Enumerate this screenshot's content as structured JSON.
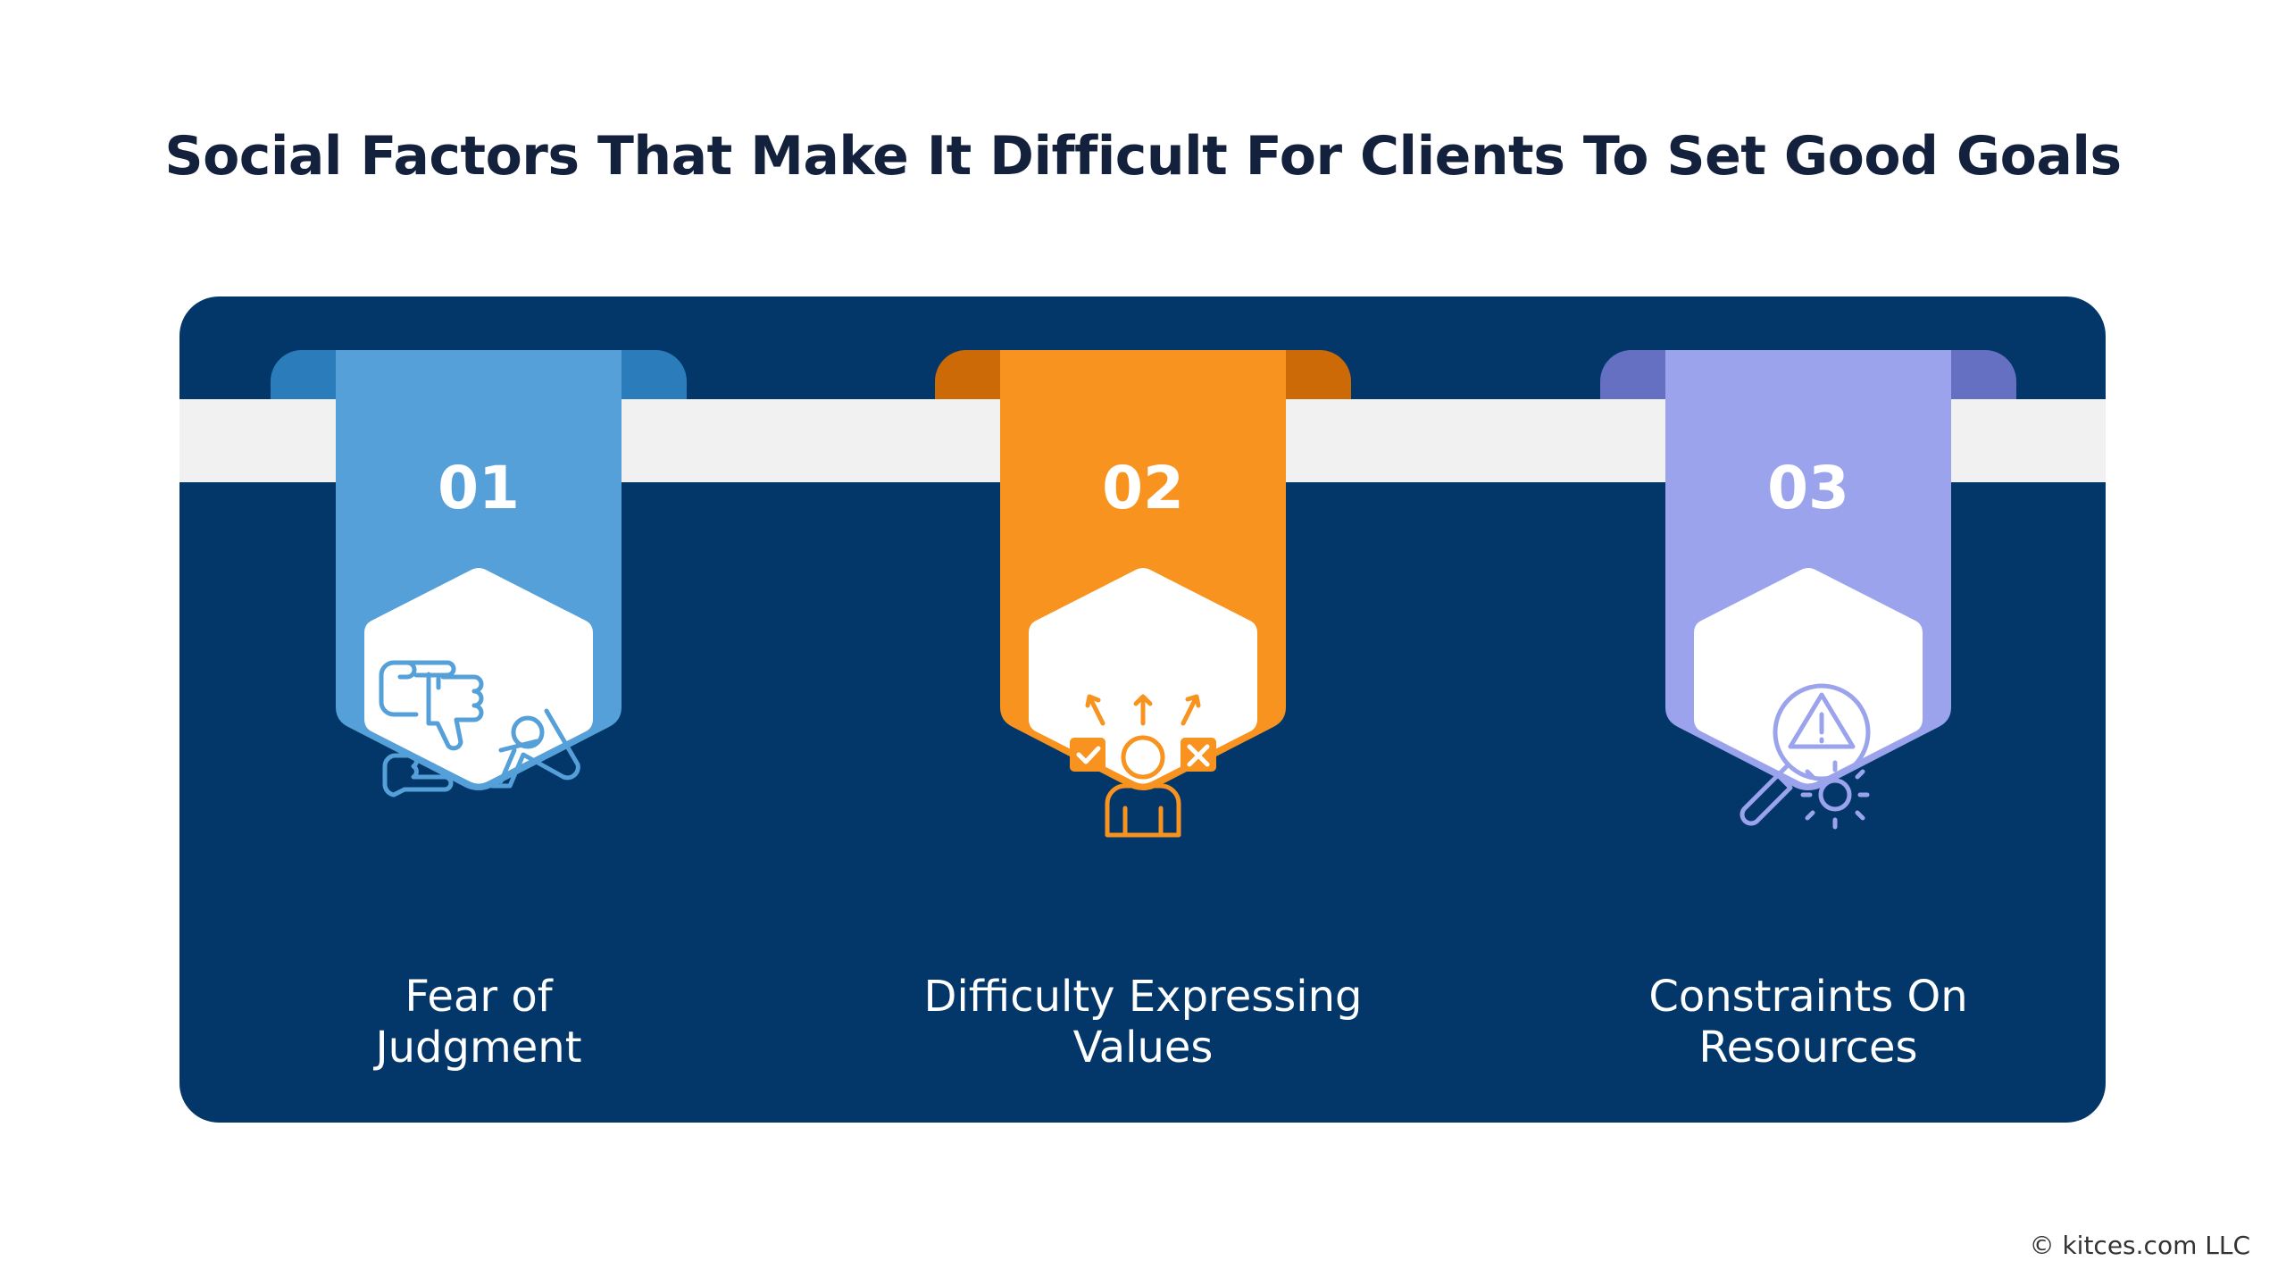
{
  "title": "Social Factors That Make It Difficult For Clients To Set Good Goals",
  "colors": {
    "panel": "#03376a",
    "band": "#f1f1f1",
    "title": "#14213d"
  },
  "factors": [
    {
      "number": "01",
      "label_line1": "Fear of",
      "label_line2": "Judgment",
      "icon": "judgment-hands-person-icon",
      "color": "#55a0d8",
      "tab_color": "#2b7cba"
    },
    {
      "number": "02",
      "label_line1": "Difficulty Expressing",
      "label_line2": "Values",
      "icon": "person-choices-icon",
      "color": "#f7931e",
      "tab_color": "#cc6a08"
    },
    {
      "number": "03",
      "label_line1": "Constraints On",
      "label_line2": "Resources",
      "icon": "warning-magnifier-gear-icon",
      "color": "#9aa3ec",
      "tab_color": "#6670c2"
    }
  ],
  "copyright": "© kitces.com LLC"
}
